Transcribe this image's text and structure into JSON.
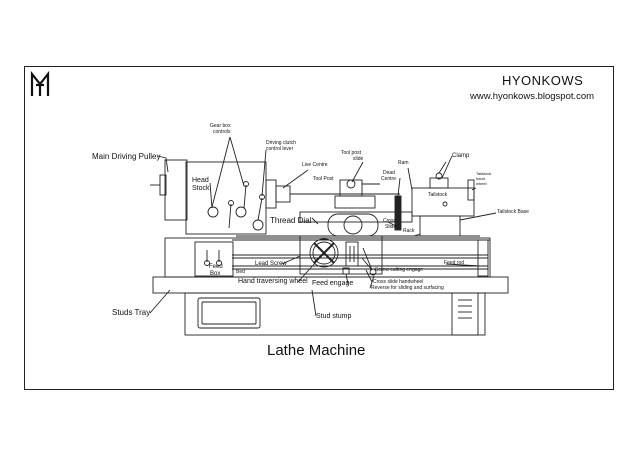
{
  "header": {
    "brand": "HYONKOWS",
    "website": "www.hyonkows.blogspot.com"
  },
  "diagram": {
    "title": "Lathe Machine",
    "labels": {
      "main_driving_pulley": "Main Driving Pulley",
      "gear_box_controls_1": "Gear box",
      "gear_box_controls_2": "controls",
      "driving_clutch_1": "Driving clutch",
      "driving_clutch_2": "control lever",
      "live_centre": "Live Centre",
      "tool_post_slide_1": "Tool post",
      "tool_post_slide_2": "slide",
      "ram": "Ram",
      "clamp": "Clamp",
      "head_stock_1": "Head",
      "head_stock_2": "Stock",
      "tool_post": "Tool Post",
      "dead_centre_1": "Dead",
      "dead_centre_2": "Centre",
      "tailstock_hand_wheel_1": "Tailstock",
      "tailstock_hand_wheel_2": "hand",
      "tailstock_hand_wheel_3": "wheel",
      "tailstock": "Tailstock",
      "tailstock_base": "Tailstock Base",
      "thread_dial": "Thread Dial",
      "cross_slide_1": "Cross",
      "cross_slide_2": "Slide",
      "rack": "Rack",
      "feed_box_1": "Feed",
      "feed_box_2": "Box",
      "bed": "Bed",
      "lead_screw": "Lead Screw",
      "screw_cutting_engage": "Screw cutting engage",
      "feed_rod": "Feed rod",
      "hand_traversing_wheel": "Hand traversing wheel",
      "feed_engage": "Feed engage",
      "cross_slide_handwheel": "Cross slide handwheel",
      "reverse_sliding": "Reverse for sliding and surfacing",
      "studs_tray": "Studs Tray",
      "stud_stump": "Stud stump"
    }
  },
  "icons": {
    "logo": "hm-monogram-icon"
  },
  "colors": {
    "line": "#222222",
    "background": "#ffffff"
  }
}
